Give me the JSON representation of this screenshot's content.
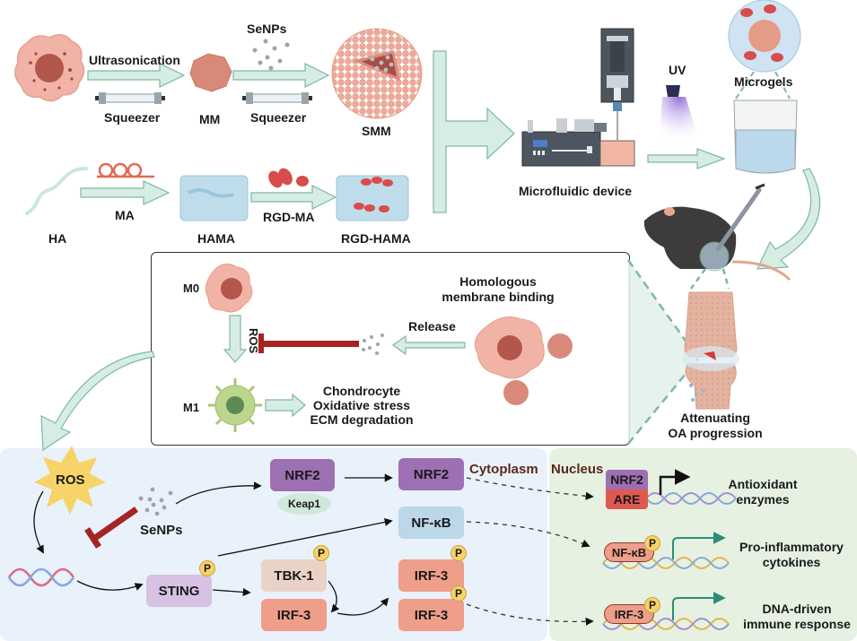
{
  "colors": {
    "arrow_fill": "#d6ede4",
    "arrow_stroke": "#7fb7a4",
    "cytoplasm_bg": "#e9f1fb",
    "nucleus_bg": "#e6f1e1",
    "nrf2": "#9d6fb3",
    "keap1": "#cfe8da",
    "nfkb": "#bcd6ea",
    "sting": "#d7c2e3",
    "tbk1": "#ead3c6",
    "irf3": "#ef9e8a",
    "are": "#de5a50",
    "inhibit": "#a62323",
    "ros_star": "#f7d468",
    "region_title": "#5b2a1a"
  },
  "synthesis": {
    "ultrasonication": "Ultrasonication",
    "squeezer_1": "Squeezer",
    "mm": "MM",
    "senps": "SeNPs",
    "squeezer_2": "Squeezer",
    "smm": "SMM",
    "ha": "HA",
    "ma": "MA",
    "hama": "HAMA",
    "rgd_ma": "RGD-MA",
    "rgd_hama": "RGD-HAMA",
    "microfluidic": "Microfluidic device",
    "uv": "UV",
    "microgels": "Microgels"
  },
  "mechanism_box": {
    "m0": "M0",
    "ros": "ROS",
    "m1": "M1",
    "outcome_lines": [
      "Chondrocyte",
      "Oxidative stress",
      "ECM degradation"
    ],
    "release": "Release",
    "homologous_lines": [
      "Homologous",
      "membrane binding"
    ]
  },
  "joint": {
    "caption_lines": [
      "Attenuating",
      "OA progression"
    ]
  },
  "pathway": {
    "ros": "ROS",
    "senps": "SeNPs",
    "nrf2_a": "NRF2",
    "keap1": "Keap1",
    "nrf2_b": "NRF2",
    "cytoplasm": "Cytoplasm",
    "nucleus": "Nucleus",
    "nfkb": "NF-κB",
    "sting": "STING",
    "tbk1": "TBK-1",
    "irf3_a": "IRF-3",
    "irf3_b": "IRF-3",
    "irf3_c": "IRF-3",
    "p": "P",
    "nuc_nrf2": "NRF2",
    "are": "ARE",
    "nuc_nfkb": "NF-κB",
    "nuc_irf3": "IRF-3",
    "antioxidant_lines": [
      "Antioxidant",
      "enzymes"
    ],
    "proinflam_lines": [
      "Pro-inflammatory",
      "cytokines"
    ],
    "dna_driven_lines": [
      "DNA-driven",
      "immune response"
    ]
  }
}
